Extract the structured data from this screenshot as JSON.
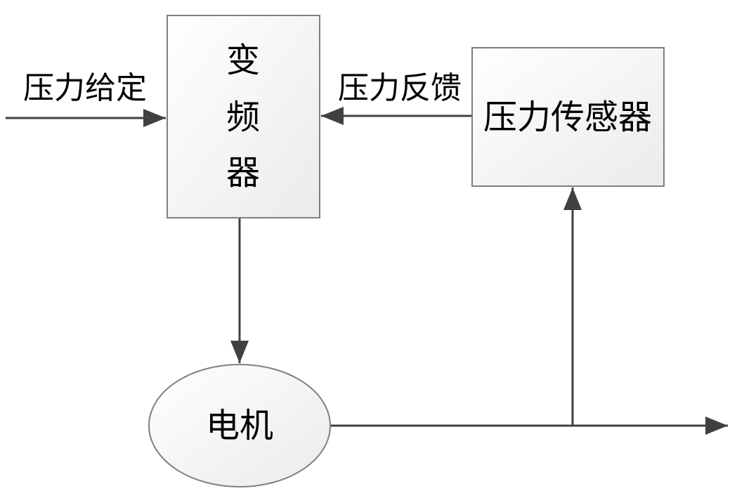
{
  "diagram": {
    "labels": {
      "input": "压力给定",
      "feedback": "压力反馈"
    },
    "nodes": {
      "inverter": {
        "lines": [
          "变",
          "频",
          "器"
        ]
      },
      "sensor": {
        "label": "压力传感器"
      },
      "motor": {
        "label": "电机"
      }
    },
    "colors": {
      "line": "#404040",
      "box_border": "#7f7f7f",
      "text": "#000000"
    }
  }
}
